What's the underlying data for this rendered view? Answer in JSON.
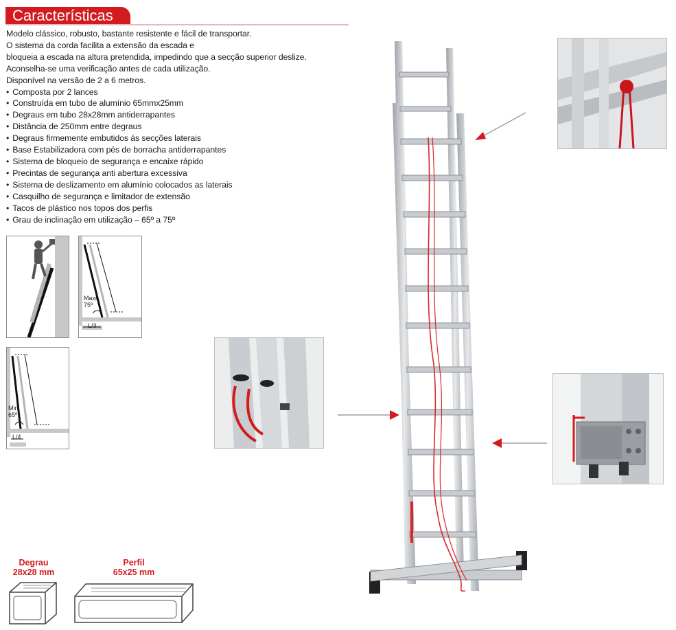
{
  "header": {
    "title": "Características"
  },
  "description": [
    "Modelo clássico, robusto, bastante resistente e fácil de transportar.",
    "O sistema da corda facilita a extensão da escada e",
    "bloqueia a escada na altura pretendida, impedindo que a secção superior deslize.",
    "Aconselha-se uma verificação antes de cada utilização.",
    "Disponível na versão de 2 a 6 metros."
  ],
  "features": [
    "Composta por 2 lances",
    "Construída em tubo de alumínio 65mmx25mm",
    "Degraus em tubo 28x28mm antiderrapantes",
    "Distância de 250mm entre degraus",
    "Degraus firmemente embutidos ás secções laterais",
    "Base Estabilizadora com pés de borracha antiderrapantes",
    "Sistema de bloqueio de segurança e encaixe rápido",
    "Precintas de segurança anti abertura excessiva",
    "Sistema de deslizamento em alumínio colocados as laterais",
    "Casquilho de segurança e limitador de extensão",
    "Tacos de plástico nos topos dos perfis",
    "Grau de inclinação em utilização – 65º a 75º"
  ],
  "diagrams": {
    "max": {
      "angle_line1": "Maxi",
      "angle_line2": "75º",
      "base": "L/3"
    },
    "min": {
      "angle_line1": "Mini",
      "angle_line2": "65º",
      "base": "L/4"
    }
  },
  "profiles": {
    "step": {
      "line1": "Degrau",
      "line2": "28x28 mm"
    },
    "rail": {
      "line1": "Perfil",
      "line2": "65x25 mm"
    }
  },
  "colors": {
    "accent": "#d21a1f",
    "aluminium": "#c9ccd0",
    "rope": "#d8262a"
  },
  "icons": [
    "arrow-icon",
    "worker-icon",
    "ladder-icon"
  ]
}
